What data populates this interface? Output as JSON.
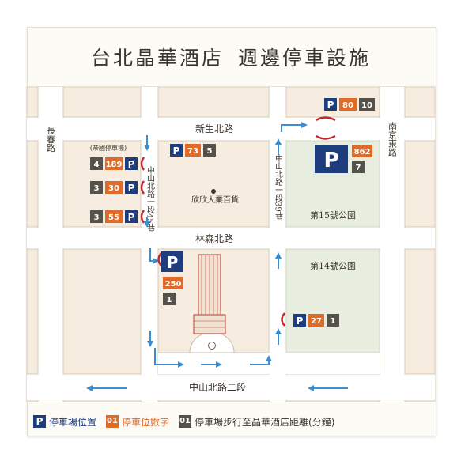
{
  "title_left": "台北晶華酒店",
  "title_right": "週邊停車設施",
  "roads": {
    "top": "新生北路",
    "middle": "林森北路",
    "bottom": "中山北路二段",
    "left_vertical": "長春路",
    "right_vertical": "南京東路",
    "alley45": "中山北路一段45巷",
    "alley39": "中山北路一段39巷"
  },
  "places": {
    "dept_store": "欣欣大業百貨",
    "park15": "第15號公園",
    "park14": "第14號公園",
    "diguo_note": "(帝國停車場)"
  },
  "parking": {
    "p_label": "P",
    "top_right": {
      "spaces": "80",
      "minutes": "10"
    },
    "park15": {
      "spaces": "862",
      "minutes": "7"
    },
    "mid_block": {
      "spaces": "73",
      "minutes": "5"
    },
    "diguo1": {
      "spaces": "189",
      "minutes": "4"
    },
    "diguo2": {
      "spaces": "30",
      "minutes": "3"
    },
    "diguo3": {
      "spaces": "55",
      "minutes": "3"
    },
    "hotel": {
      "spaces": "250",
      "minutes": "1"
    },
    "park14": {
      "spaces": "27",
      "minutes": "1"
    }
  },
  "legend": {
    "p_text": "停車場位置",
    "spaces_swatch": "01",
    "spaces_text": "停車位數字",
    "minutes_swatch": "01",
    "minutes_text": "停車場步行至晶華酒店距離(分鐘)"
  },
  "colors": {
    "p_blue": "#1d3d7e",
    "spaces_orange": "#e06a28",
    "minutes_dark": "#55524b",
    "entry_red": "#c4262e",
    "arrow_blue": "#3d8ed0",
    "park_green": "#e8eedf",
    "block_fill": "#f6ecdf",
    "road_fill": "#ffffff"
  }
}
